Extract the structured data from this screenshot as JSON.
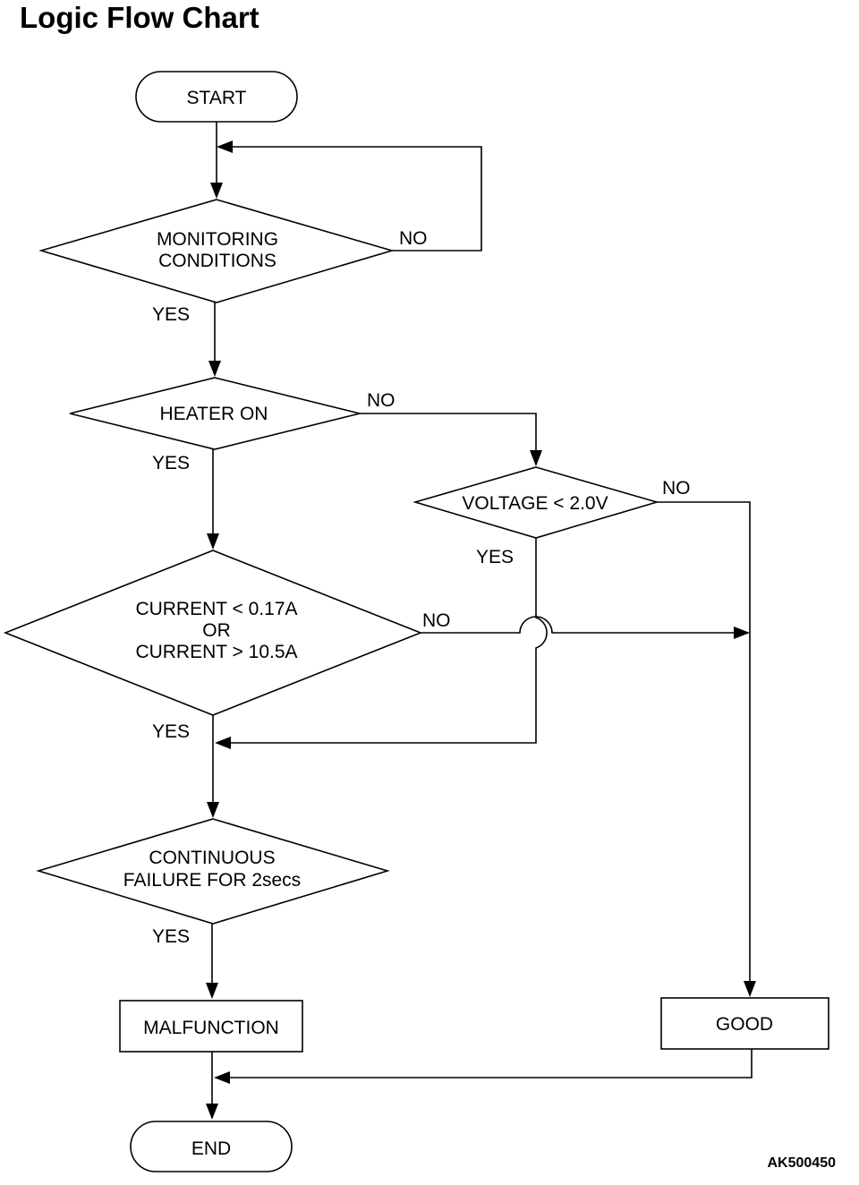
{
  "title": "Logic Flow Chart",
  "figure_id": "AK500450",
  "nodes": {
    "start": "START",
    "monitoring": [
      "MONITORING",
      "CONDITIONS"
    ],
    "heater": "HEATER ON",
    "voltage": "VOLTAGE < 2.0V",
    "current": [
      "CURRENT < 0.17A",
      "OR",
      "CURRENT > 10.5A"
    ],
    "continuous": [
      "CONTINUOUS",
      "FAILURE FOR 2secs"
    ],
    "malfunction": "MALFUNCTION",
    "good": "GOOD",
    "end": "END"
  },
  "labels": {
    "monitoring_no": "NO",
    "monitoring_yes": "YES",
    "heater_no": "NO",
    "heater_yes": "YES",
    "voltage_no": "NO",
    "voltage_yes": "YES",
    "current_no": "NO",
    "current_yes": "YES",
    "continuous_yes": "YES"
  }
}
